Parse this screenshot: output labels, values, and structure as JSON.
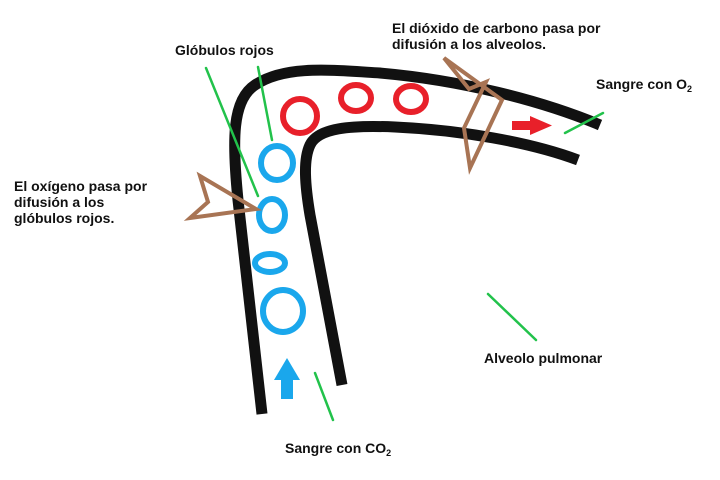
{
  "colors": {
    "vessel": "#111111",
    "red_cell": "#e8202a",
    "blue_cell": "#1aa7ec",
    "diffusion_arrow": "#a87454",
    "leader_line": "#22c24b",
    "text": "#111111"
  },
  "labels": {
    "globulos_rojos": "Glóbulos rojos",
    "dioxido": {
      "line1": "El dióxido de carbono pasa por",
      "line2": "difusión a los alveolos."
    },
    "sangre_o2": {
      "prefix": "Sangre con O",
      "sub": "2"
    },
    "oxigeno": {
      "line1": "El oxígeno pasa por",
      "line2": "difusión a los",
      "line3": "glóbulos rojos."
    },
    "alveolo": "Alveolo pulmonar",
    "sangre_co2": {
      "prefix": "Sangre con CO",
      "sub": "2"
    }
  }
}
